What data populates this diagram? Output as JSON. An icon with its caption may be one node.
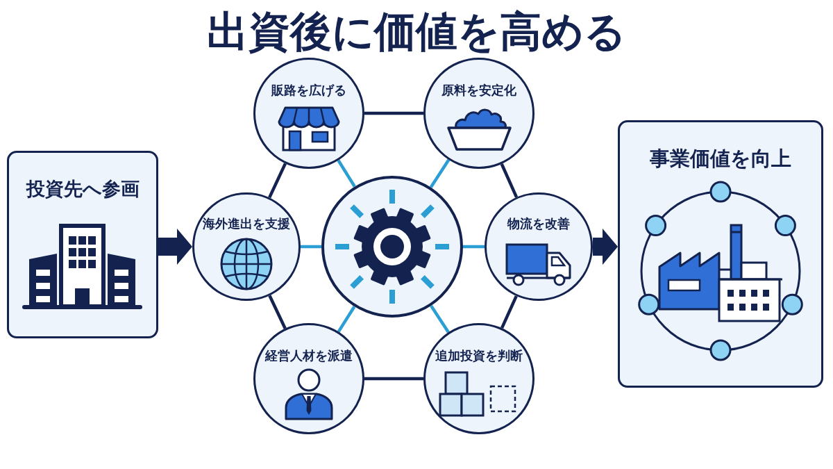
{
  "diagram": {
    "title": "出資後に価値を高める",
    "nodes": [
      {
        "text": [
          "投資先へ参画"
        ]
      },
      {
        "text": [
          "販路を広げる"
        ]
      },
      {
        "text": [
          "原料を安定化"
        ]
      },
      {
        "text": [
          "海外進出を支援"
        ]
      },
      {
        "text": [],
        "shape": "circle"
      },
      {
        "text": [
          "物流を改善"
        ]
      },
      {
        "text": [
          "経営人材を派遣"
        ]
      },
      {
        "text": [
          "追加投資を判断"
        ]
      },
      {
        "text": [
          "事業価値を向上"
        ]
      }
    ],
    "edges": [
      {
        "from": 0,
        "to": 3,
        "arrow": "to",
        "style": "thick"
      },
      {
        "from": 1,
        "to": 2,
        "arrow": "none"
      },
      {
        "from": 1,
        "to": 3,
        "arrow": "none"
      },
      {
        "from": 2,
        "to": 5,
        "arrow": "none"
      },
      {
        "from": 3,
        "to": 6,
        "arrow": "none"
      },
      {
        "from": 5,
        "to": 7,
        "arrow": "none"
      },
      {
        "from": 6,
        "to": 7,
        "arrow": "none"
      },
      {
        "from": 4,
        "to": 1,
        "arrow": "none",
        "color": "#2b9fd4"
      },
      {
        "from": 4,
        "to": 2,
        "arrow": "none",
        "color": "#2b9fd4"
      },
      {
        "from": 4,
        "to": 3,
        "arrow": "none",
        "color": "#2b9fd4"
      },
      {
        "from": 4,
        "to": 5,
        "arrow": "none",
        "color": "#2b9fd4"
      },
      {
        "from": 4,
        "to": 6,
        "arrow": "none",
        "color": "#2b9fd4"
      },
      {
        "from": 4,
        "to": 7,
        "arrow": "none",
        "color": "#2b9fd4"
      },
      {
        "from": 5,
        "to": 8,
        "arrow": "to",
        "style": "thick"
      }
    ]
  }
}
